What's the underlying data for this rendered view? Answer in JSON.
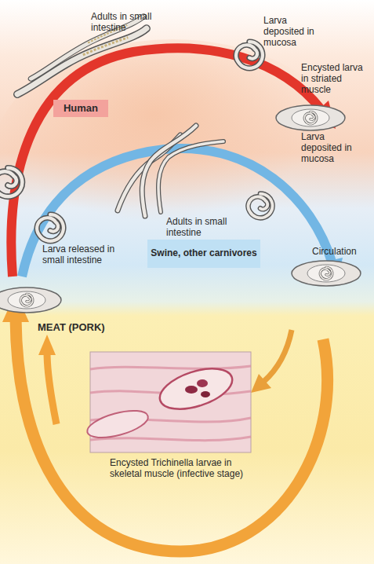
{
  "diagram": {
    "nodes": [
      {
        "text": [
          "Human"
        ]
      },
      {
        "text": [
          "Swine, other carnivores"
        ]
      }
    ],
    "labels": [
      "Adults in small intestine",
      "Larva deposited in mucosa",
      "Encysted larva in striated muscle",
      "Larva deposited in mucosa",
      "Adults in small intestine",
      "Circulation",
      "Larva released in small intestine",
      "MEAT (PORK)",
      "Encysted Trichinella larvae in skeletal muscle (infective stage)"
    ]
  }
}
